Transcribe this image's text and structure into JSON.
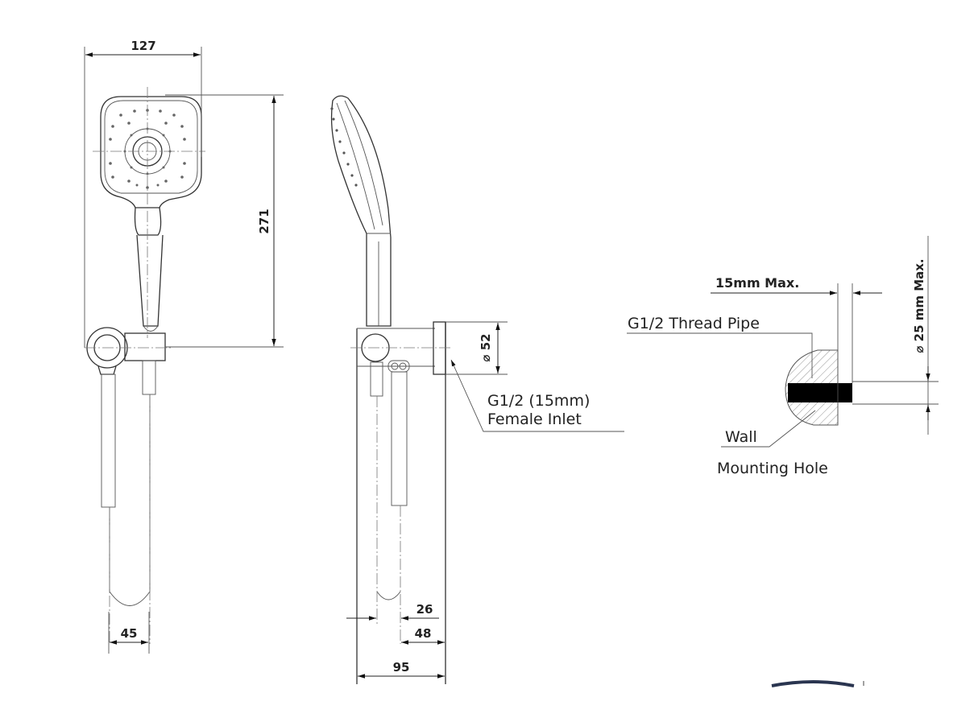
{
  "front_view": {
    "width_dim": "127",
    "height_dim": "271",
    "hose_dim": "45"
  },
  "side_view": {
    "flange_dim": "⌀ 52",
    "dim_26": "26",
    "dim_48": "48",
    "dim_95": "95",
    "inlet_label_line1": "G1/2 (15mm)",
    "inlet_label_line2": "Female Inlet"
  },
  "mounting_detail": {
    "max_depth": "15mm Max.",
    "pipe_label": "G1/2 Thread Pipe",
    "hole_diameter": "⌀ 25 mm Max.",
    "wall_label": "Wall",
    "hole_label": "Mounting  Hole",
    "hole_fill_color": "#000000"
  }
}
